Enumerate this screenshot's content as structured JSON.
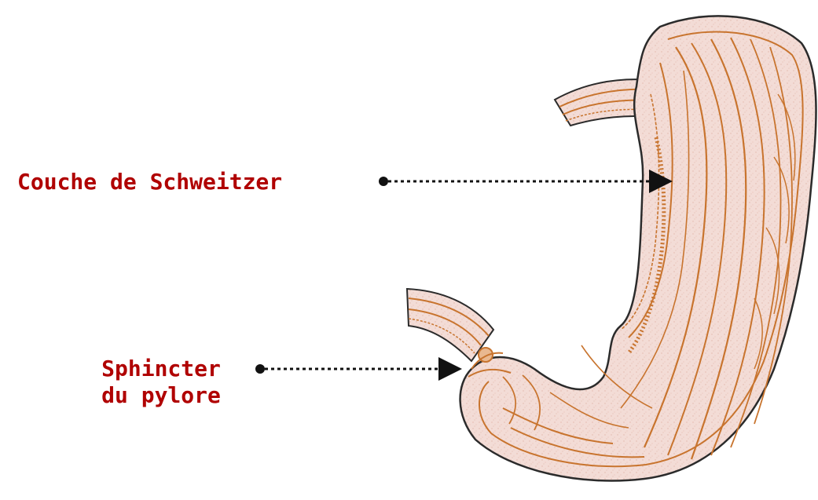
{
  "labels": {
    "schweitzer": "Couche de Schweitzer",
    "sphincter_line1": "Sphincter",
    "sphincter_line2": "du pylore"
  },
  "colors": {
    "label_text": "#b00000",
    "organ_fill": "#f3dcd6",
    "organ_fibers": "#c8742e",
    "outline": "#2b2b2b",
    "pointer": "#111111"
  }
}
